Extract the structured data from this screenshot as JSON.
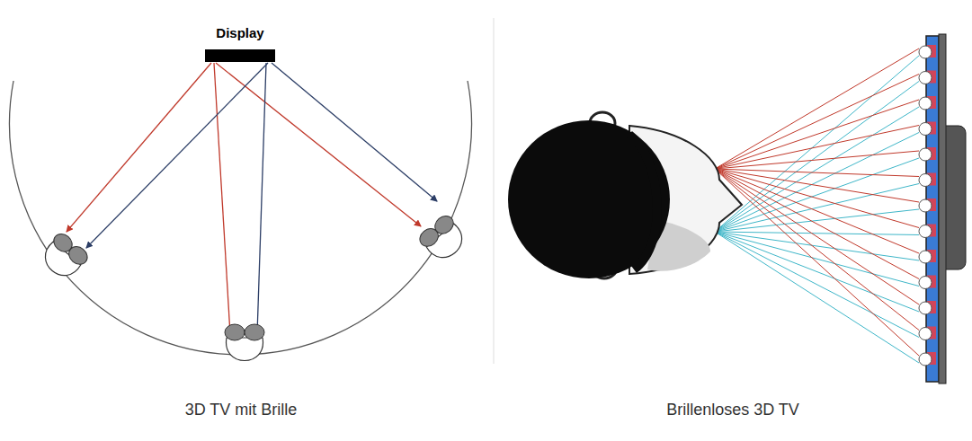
{
  "diagram": {
    "labels": [
      "Display",
      "3D TV mit Brille",
      "Brillenloses 3D TV"
    ]
  }
}
